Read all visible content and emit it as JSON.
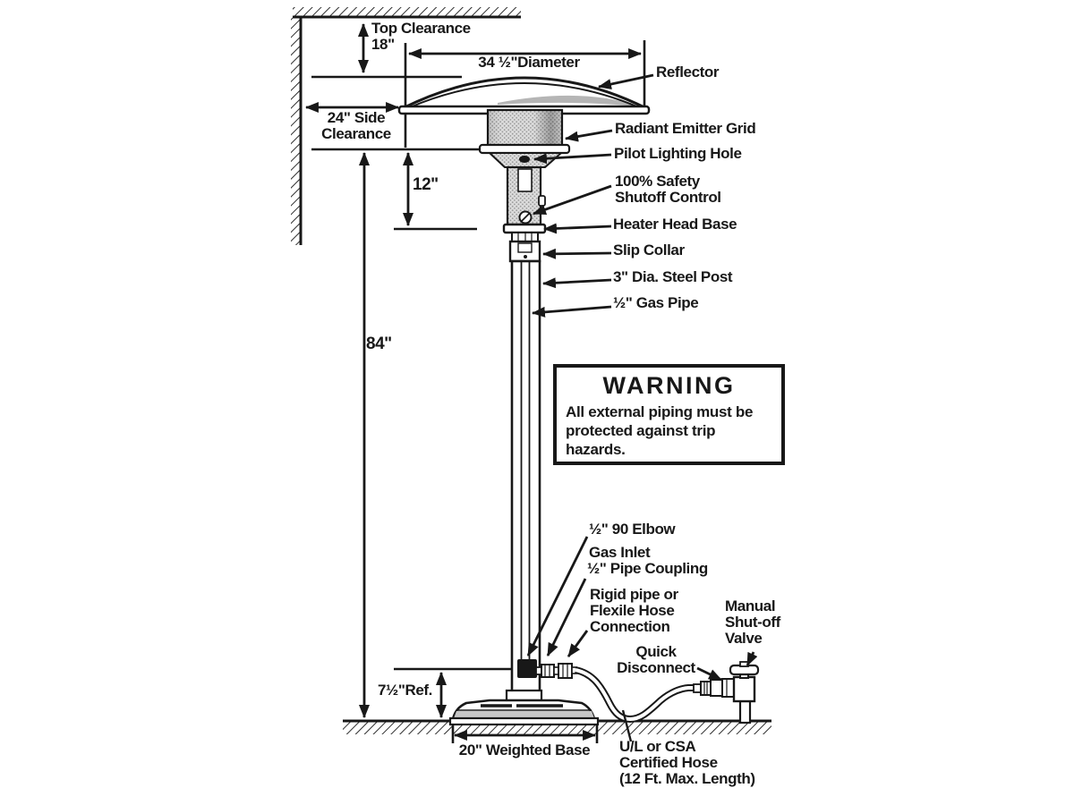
{
  "labels": {
    "top_clearance": "Top Clearance\n18\"",
    "diameter": "34 ½\"Diameter",
    "reflector": "Reflector",
    "side_clearance": "24\" Side\nClearance",
    "radiant_emitter_grid": "Radiant Emitter Grid",
    "pilot_lighting_hole": "Pilot Lighting Hole",
    "safety_shutoff": "100% Safety\nShutoff Control",
    "heater_head_base": "Heater Head Base",
    "slip_collar": "Slip Collar",
    "steel_post": "3\" Dia. Steel Post",
    "gas_pipe": "½\" Gas Pipe",
    "dim_12": "12\"",
    "dim_84": "84\"",
    "elbow_90": "½\" 90 Elbow",
    "gas_inlet": "Gas Inlet",
    "pipe_coupling": "½\" Pipe Coupling",
    "rigid_pipe": "Rigid pipe or\nFlexile Hose\nConnection",
    "manual_valve": "Manual\nShut-off\nValve",
    "quick_disconnect": "Quick\nDisconnect",
    "ref_height": "7½\"Ref.",
    "weighted_base": "20\" Weighted Base",
    "certified_hose": "U/L or CSA\nCertified Hose\n(12 Ft. Max. Length)"
  },
  "warning": {
    "title": "WARNING",
    "body": "All external piping must be\nprotected against trip\nhazards."
  },
  "colors": {
    "ink": "#181818",
    "paper": "#ffffff",
    "reflector_shade": "#b5b5b5",
    "base_band": "#c6c6c6",
    "halftone": "#dcdcdc"
  }
}
